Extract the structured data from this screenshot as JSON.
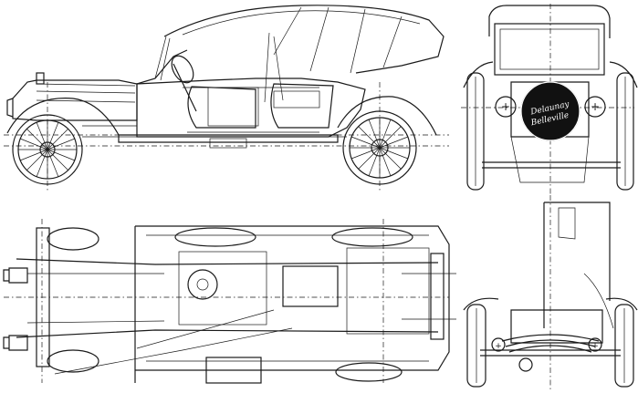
{
  "drawing": {
    "ink_color": "#1a1a1a",
    "paper_color": "#ffffff",
    "views": [
      "side-view",
      "front-view",
      "top-view",
      "rear-view"
    ]
  },
  "badge": {
    "line1": "Delaunay",
    "line2": "Belleville"
  }
}
